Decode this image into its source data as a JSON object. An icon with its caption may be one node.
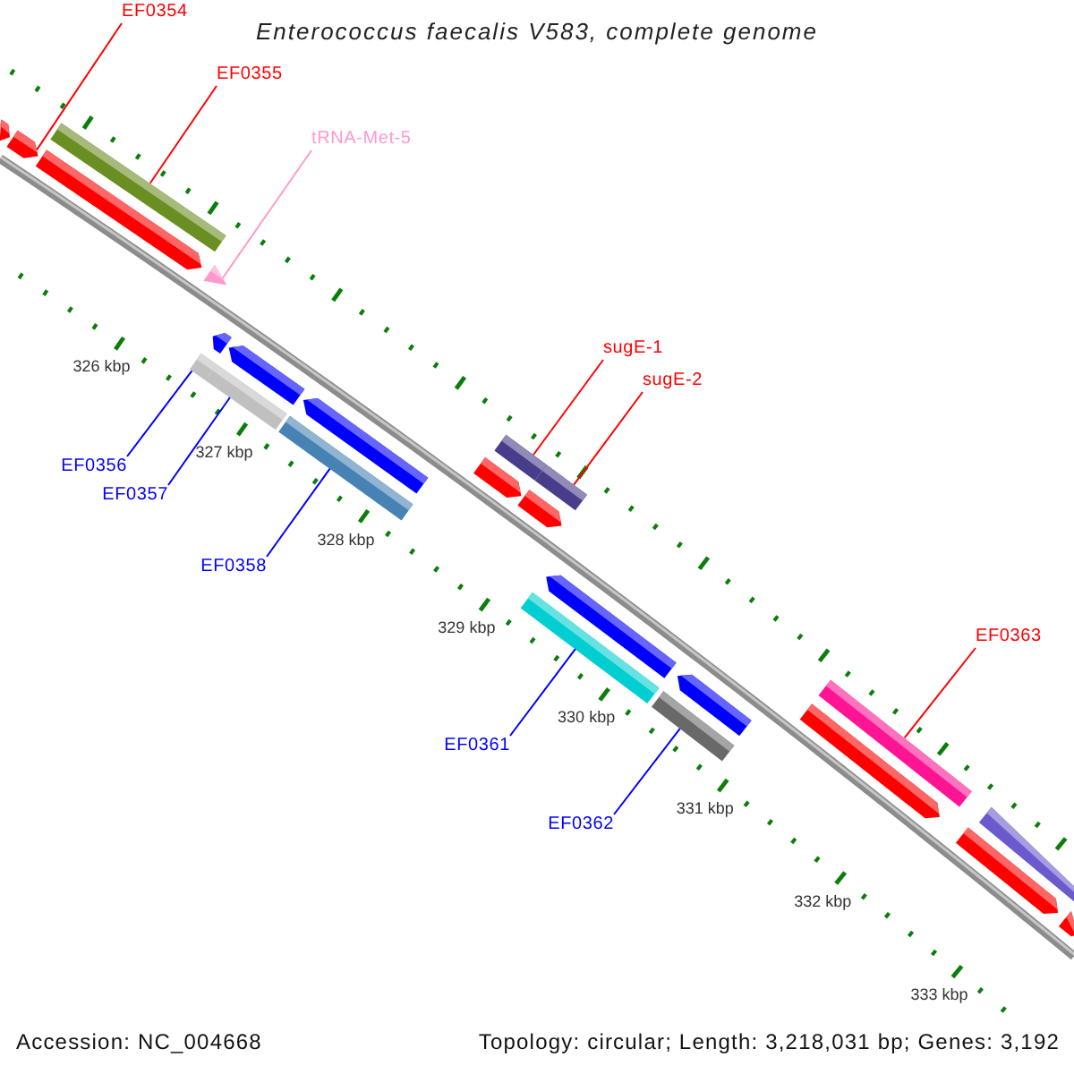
{
  "diagram": {
    "title": "Enterococcus faecalis V583, complete genome",
    "nodes": [
      {
        "text": [
          "EF0354"
        ]
      },
      {
        "text": [],
        "shape": "bar"
      },
      {
        "text": [
          "EF0355"
        ]
      },
      {
        "text": [],
        "shape": "bar"
      },
      {
        "text": [
          "tRNA-Met-5"
        ]
      },
      {
        "text": [],
        "shape": "triangle"
      },
      {
        "text": [
          "sugE-1"
        ]
      },
      {
        "text": [],
        "shape": "bar"
      },
      {
        "text": [
          "sugE-2"
        ]
      },
      {
        "text": [],
        "shape": "bar"
      },
      {
        "text": [
          "EF0356"
        ]
      },
      {
        "text": [],
        "shape": "bar"
      },
      {
        "text": [
          "EF0357"
        ]
      },
      {
        "text": [],
        "shape": "bar"
      },
      {
        "text": [
          "EF0358"
        ]
      },
      {
        "text": [],
        "shape": "bar"
      },
      {
        "text": [
          "EF0363"
        ]
      },
      {
        "text": [],
        "shape": "bar"
      },
      {
        "text": [
          "EF0361"
        ]
      },
      {
        "text": [],
        "shape": "bar"
      },
      {
        "text": [
          "EF0362"
        ]
      },
      {
        "text": [],
        "shape": "bar"
      }
    ],
    "edges": [
      {
        "from": 0,
        "to": 1,
        "arrow": "none",
        "color": "#ff0000"
      },
      {
        "from": 2,
        "to": 3,
        "arrow": "none",
        "color": "#ff0000"
      },
      {
        "from": 4,
        "to": 5,
        "arrow": "none",
        "color": "#ff99cc"
      },
      {
        "from": 6,
        "to": 7,
        "arrow": "none",
        "color": "#ff0000"
      },
      {
        "from": 8,
        "to": 9,
        "arrow": "none",
        "color": "#ff0000"
      },
      {
        "from": 10,
        "to": 11,
        "arrow": "none",
        "color": "#0000ff"
      },
      {
        "from": 12,
        "to": 13,
        "arrow": "none",
        "color": "#0000ff"
      },
      {
        "from": 14,
        "to": 15,
        "arrow": "none",
        "color": "#0000ff"
      },
      {
        "from": 16,
        "to": 17,
        "arrow": "none",
        "color": "#ff0000"
      },
      {
        "from": 18,
        "to": 19,
        "arrow": "none",
        "color": "#0000ff"
      },
      {
        "from": 20,
        "to": 21,
        "arrow": "none",
        "color": "#0000ff"
      }
    ],
    "labels": [
      "326 kbp",
      "327 kbp",
      "328 kbp",
      "329 kbp",
      "330 kbp",
      "331 kbp",
      "332 kbp",
      "333 kbp",
      "Accession: NC_004668",
      "Topology: circular; Length: 3,218,031 bp; Genes: 3,192"
    ]
  }
}
